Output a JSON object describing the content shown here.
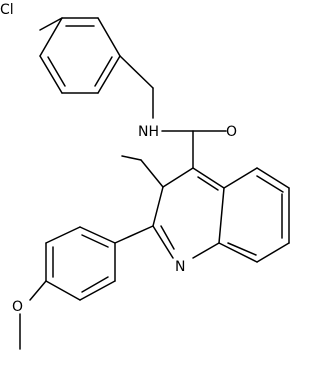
{
  "molecule": {
    "atoms": {
      "chlorine": "Cl",
      "amide_nitrogen": "NH",
      "carbonyl_oxygen": "O",
      "ring_nitrogen": "N",
      "ether_oxygen": "O"
    }
  },
  "colors": {
    "bond": "#000000",
    "label": "#000000",
    "background": "#ffffff"
  }
}
